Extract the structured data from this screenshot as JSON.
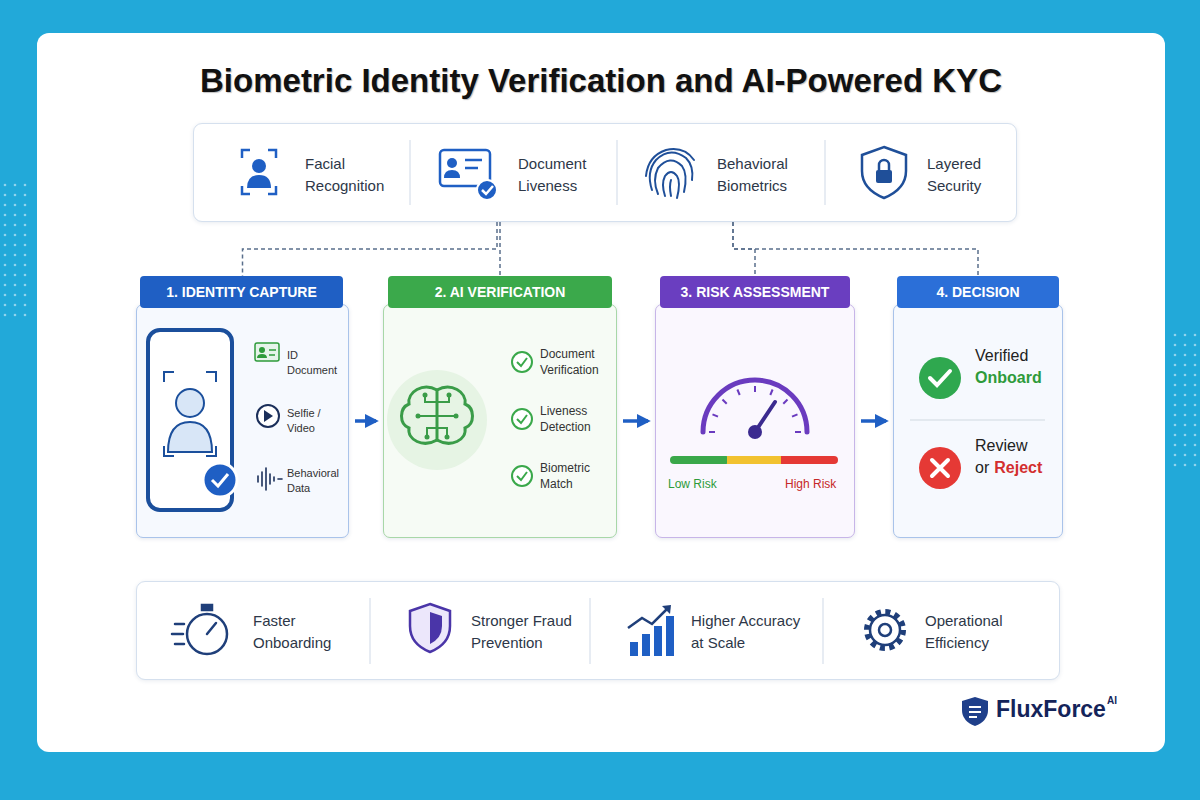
{
  "diagram": {
    "title": "Biometric Identity Verification and AI-Powered KYC",
    "nodes": [
      {
        "text": []
      },
      {
        "text": [
          "Facial Recognition"
        ],
        "in": 0
      },
      {
        "text": [
          "Document Liveness"
        ],
        "in": 0
      },
      {
        "text": [
          "Behavioral Biometrics"
        ],
        "in": 0
      },
      {
        "text": [
          "Layered Security"
        ],
        "in": 0
      },
      {
        "text": [
          "1. IDENTITY CAPTURE",
          "ID Document",
          "Selfie / Video",
          "Behavioral Data"
        ]
      },
      {
        "text": [
          "2. AI VERIFICATION",
          "Document Verification",
          "Liveness Detection",
          "Biometric Match"
        ]
      },
      {
        "text": [
          "3. RISK ASSESSMENT",
          "Low Risk",
          "High Risk"
        ]
      },
      {
        "text": [
          "4. DECISION",
          "Verified",
          "Onboard",
          "Review",
          "or",
          "Reject"
        ]
      },
      {
        "text": []
      },
      {
        "text": [
          "Faster Onboarding"
        ],
        "in": 9
      },
      {
        "text": [
          "Stronger Fraud Prevention"
        ],
        "in": 9
      },
      {
        "text": [
          "Higher Accuracy at Scale"
        ],
        "in": 9
      },
      {
        "text": [
          "Operational Efficiency"
        ],
        "in": 9
      }
    ],
    "edges": [
      {
        "from": 0,
        "to": 5,
        "arrow": "none"
      },
      {
        "from": 0,
        "to": 6,
        "arrow": "none"
      },
      {
        "from": 0,
        "to": 7,
        "arrow": "none"
      },
      {
        "from": 0,
        "to": 8,
        "arrow": "none"
      },
      {
        "from": 5,
        "to": 6,
        "arrow": "to"
      },
      {
        "from": 6,
        "to": 7,
        "arrow": "to"
      },
      {
        "from": 7,
        "to": 8,
        "arrow": "to"
      }
    ],
    "labels": [
      "FluxForce",
      "AI"
    ]
  }
}
